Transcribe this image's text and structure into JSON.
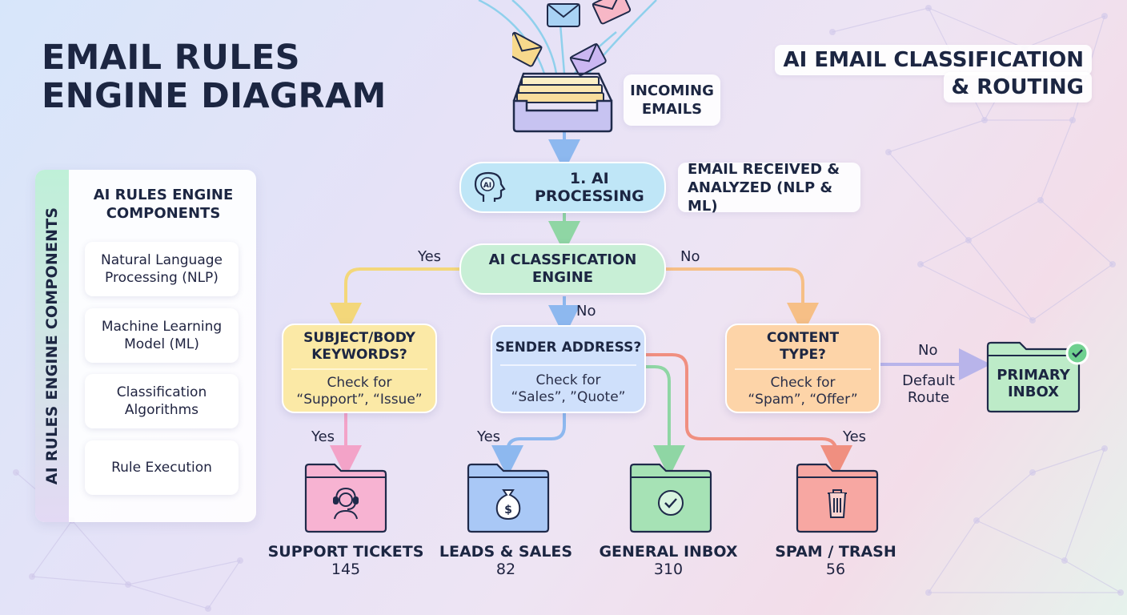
{
  "title": {
    "line1": "EMAIL RULES",
    "line2": "ENGINE DIAGRAM"
  },
  "tag": {
    "line1": "AI EMAIL CLASSIFICATION",
    "line2": "& ROUTING"
  },
  "components_panel": {
    "vertical_label": "AI RULES ENGINE COMPONENTS",
    "heading_line1": "AI RULES ENGINE",
    "heading_line2": "COMPONENTS",
    "items": [
      {
        "line1": "Natural Language",
        "line2": "Processing (NLP)"
      },
      {
        "line1": "Machine Learning",
        "line2": "Model (ML)"
      },
      {
        "line1": "Classification",
        "line2": "Algorithms"
      },
      {
        "line1": "Rule Execution",
        "line2": ""
      }
    ]
  },
  "incoming": {
    "line1": "INCOMING",
    "line2": "EMAILS"
  },
  "ai_processing": {
    "label": "1. AI PROCESSING",
    "icon_text": "AI",
    "note_line1": "EMAIL RECEIVED &",
    "note_line2": "ANALYZED (NLP & ML)"
  },
  "engine": {
    "line1": "AI CLASSFICATION",
    "line2": "ENGINE"
  },
  "edge_labels": {
    "engine_left": "Yes",
    "engine_right": "No",
    "engine_down": "No",
    "subject_down": "Yes",
    "sender_down": "Yes",
    "content_spam": "Yes",
    "content_right": "No",
    "default_line1": "Default",
    "default_line2": "Route"
  },
  "decisions": {
    "subject": {
      "head1": "SUBJECT/BODY",
      "head2": "KEYWORDS?",
      "body1": "Check for",
      "body2": "“Support”, “Issue”"
    },
    "sender": {
      "head1": "SENDER ADDRESS?",
      "head2": "",
      "body1": "Check for",
      "body2": "“Sales”, ”Quote”"
    },
    "content": {
      "head1": "CONTENT",
      "head2": "TYPE?",
      "body1": "Check for",
      "body2": "“Spam”, “Offer”"
    }
  },
  "primary_inbox": {
    "line1": "PRIMARY",
    "line2": "INBOX"
  },
  "destinations": [
    {
      "label": "SUPPORT TICKETS",
      "count": "145",
      "icon": "headset-agent-icon"
    },
    {
      "label": "LEADS & SALES",
      "count": "82",
      "icon": "money-bag-icon"
    },
    {
      "label": "GENERAL INBOX",
      "count": "310",
      "icon": "check-circle-icon"
    },
    {
      "label": "SPAM / TRASH",
      "count": "56",
      "icon": "trash-icon"
    }
  ],
  "colors": {
    "ai_processing": "#bfe6f7",
    "engine": "#c8efd6",
    "subject": "#fbe9a6",
    "sender": "#cfe0fb",
    "content": "#fdd4a8",
    "primary_inbox": "#bdebc8",
    "support": "#f7b3d2",
    "leads": "#a9c8f6",
    "general": "#a6e2b5",
    "spam": "#f7a7a2"
  }
}
